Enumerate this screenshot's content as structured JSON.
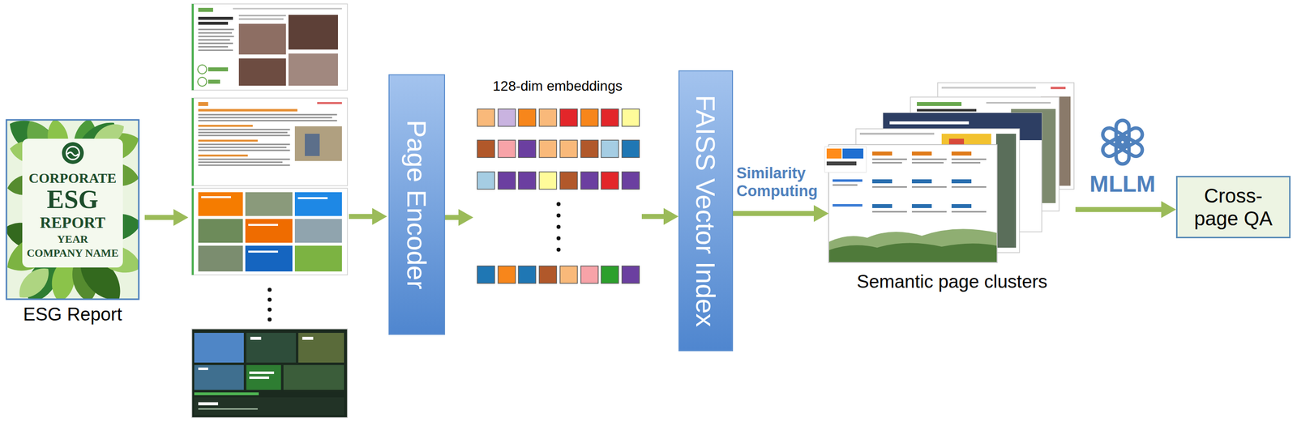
{
  "diagram": {
    "nodes": [
      {
        "text": [
          "CORPORATE",
          "ESG",
          "REPORT",
          "YEAR",
          "COMPANY NAME",
          "ESG Report"
        ]
      },
      {
        "text": [
          "Page Encoder"
        ]
      },
      {
        "text": [
          "128-dim embeddings"
        ]
      },
      {
        "text": [
          "FAISS Vector Index"
        ]
      },
      {
        "text": [
          "Semantic page clusters"
        ]
      },
      {
        "text": [
          "Cross-page QA"
        ]
      }
    ],
    "edges": [
      {
        "from": 1,
        "to": 2,
        "arrow": "to"
      },
      {
        "from": 2,
        "to": 3,
        "arrow": "to"
      },
      {
        "from": 3,
        "to": 4,
        "label": "Similarity Computing",
        "arrow": "to"
      },
      {
        "from": 4,
        "to": 5,
        "label": "MLLM",
        "arrow": "to"
      }
    ]
  }
}
